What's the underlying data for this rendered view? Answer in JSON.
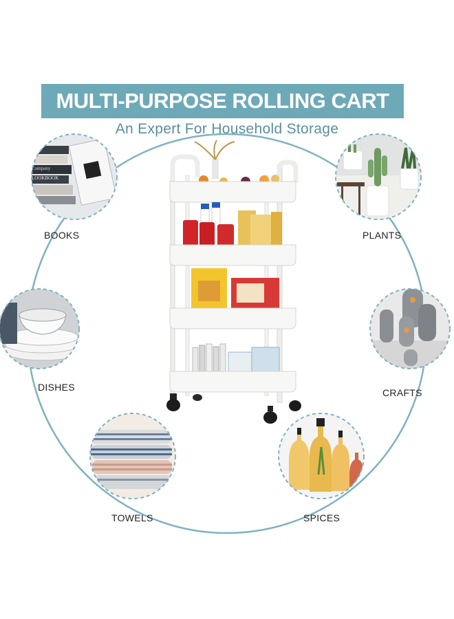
{
  "banner": {
    "title": "MULTI-PURPOSE ROLLING CART",
    "subtitle": "An Expert For Household Storage"
  },
  "categories": {
    "books": "BOOKS",
    "plants": "PLANTS",
    "dishes": "DISHES",
    "crafts": "CRAFTS",
    "towels": "TOWELS",
    "spices": "SPICES"
  },
  "book_spine_text": {
    "company": "Company",
    "lookbook": "LOOKBOOK"
  },
  "colors": {
    "banner": "#6ea9b8",
    "subtitle": "#5a8f9b",
    "connector": "#7fb2c0",
    "cart": "#f4f4f2"
  }
}
